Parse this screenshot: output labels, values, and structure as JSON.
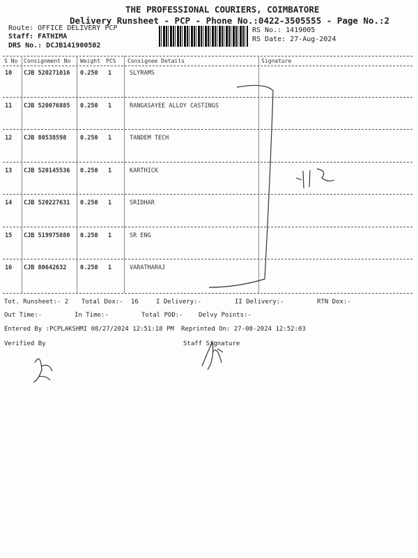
{
  "header": {
    "company": "THE PROFESSIONAL COURIERS, COIMBATORE",
    "subtitle": "Delivery Runsheet - PCP - Phone No.:0422-3505555 - Page No.:2",
    "route": "Route: OFFICE DELIVERY PCP",
    "staff": "Staff: FATHIMA",
    "drs": "DRS No.: DCJB141900502",
    "rs_no": "RS No.: 1419005",
    "rs_date": "RS Date: 27-Aug-2024"
  },
  "table": {
    "columns": [
      "S No",
      "Consignment No",
      "Weight",
      "PCS",
      "Consignee Details",
      "Signature"
    ],
    "rows": [
      {
        "sno": "10",
        "cn": "CJB 520271016",
        "wt": "0.250",
        "pcs": "1",
        "name": "SLYRAMS"
      },
      {
        "sno": "11",
        "cn": "CJB 520076885",
        "wt": "0.250",
        "pcs": "1",
        "name": "RANGASAYEE ALLOY CASTINGS"
      },
      {
        "sno": "12",
        "cn": "CJB 80538598",
        "wt": "0.250",
        "pcs": "1",
        "name": "TANDEM TECH"
      },
      {
        "sno": "13",
        "cn": "CJB 520145536",
        "wt": "0.250",
        "pcs": "1",
        "name": "KARTHICK"
      },
      {
        "sno": "14",
        "cn": "CJB 520227631",
        "wt": "0.250",
        "pcs": "1",
        "name": "SRIDHAR"
      },
      {
        "sno": "15",
        "cn": "CJB 519975880",
        "wt": "0.250",
        "pcs": "1",
        "name": "SR ENG"
      },
      {
        "sno": "16",
        "cn": "CJB 80642632",
        "wt": "0.250",
        "pcs": "1",
        "name": "VARATHARAJ"
      }
    ]
  },
  "summary": {
    "tot_runsheet": "Tot. Runsheet:- 2",
    "total_dox": "Total Dox:-",
    "total_dox_val": "16",
    "i_delivery": "I Delivery:-",
    "ii_delivery": "II Delivery:-",
    "rtn_dox": "RTN Dox:-",
    "out_time": "Out Time:-",
    "in_time": "In Time:-",
    "total_pod": "Total POD:-",
    "delvy_points": "Delvy Points:-",
    "entered_by": "Entered By :PCPLAKSHMI 08/27/2024 12:51:18 PM",
    "reprinted": "Reprinted On: 27-08-2024 12:52:03",
    "verified_by": "Verified By",
    "staff_signature": "Staff Signature"
  }
}
